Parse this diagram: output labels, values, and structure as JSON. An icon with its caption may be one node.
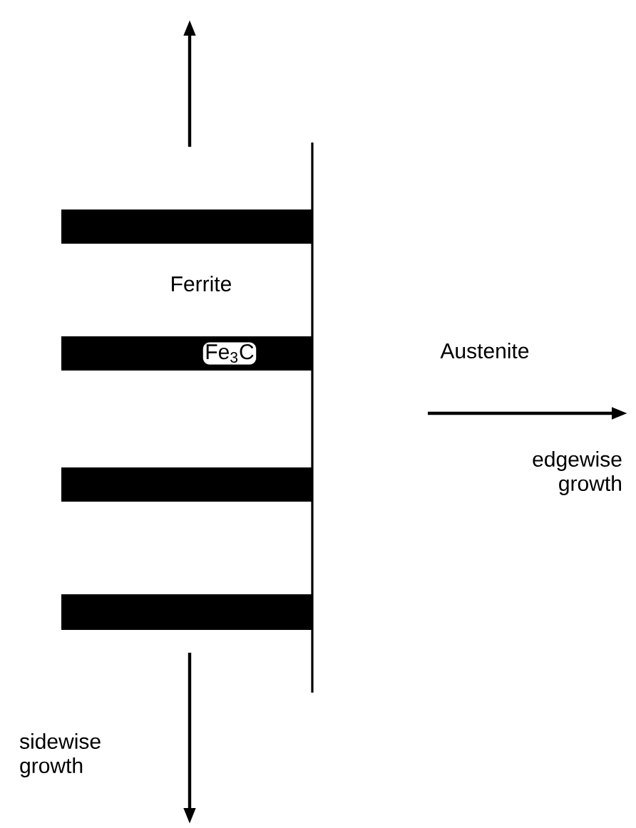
{
  "diagram": {
    "labels": [
      "Ferrite",
      "Fe$_{3}$C",
      "Austenite",
      "edgewise growth",
      "sidewise growth"
    ]
  }
}
